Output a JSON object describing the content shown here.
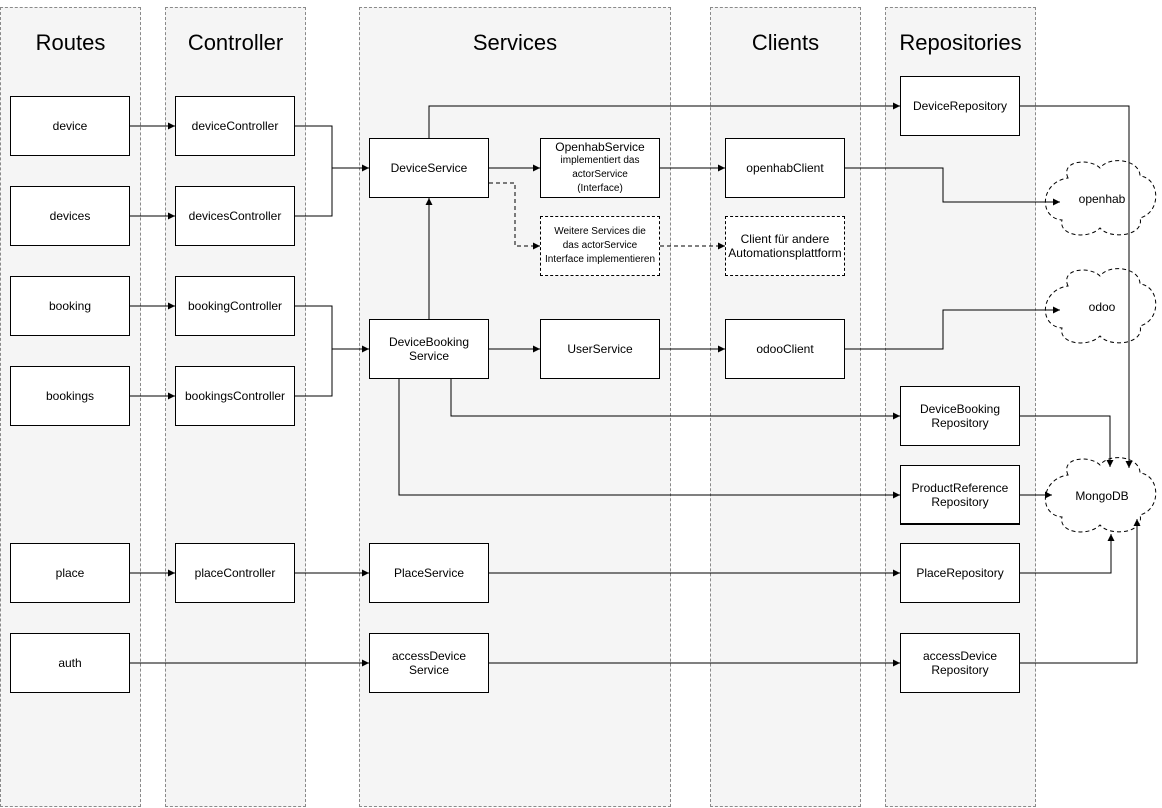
{
  "lanes": {
    "routes": "Routes",
    "controller": "Controller",
    "services": "Services",
    "clients": "Clients",
    "repositories": "Repositories"
  },
  "routes": {
    "device": "device",
    "devices": "devices",
    "booking": "booking",
    "bookings": "bookings",
    "place": "place",
    "auth": "auth"
  },
  "controllers": {
    "device": "deviceController",
    "devices": "devicesController",
    "booking": "bookingController",
    "bookings": "bookingsController",
    "place": "placeController"
  },
  "services": {
    "device": "DeviceService",
    "openhab_title": "OpenhabService",
    "openhab_sub": "implementiert das\nactorService\n(Interface)",
    "weitere": "Weitere Services die\ndas actorService\nInterface implementieren",
    "device_booking": "DeviceBooking\nService",
    "user": "UserService",
    "place": "PlaceService",
    "access_device": "accessDevice\nService"
  },
  "clients": {
    "openhab": "openhabClient",
    "andere": "Client für andere\nAutomationsplattform",
    "odoo": "odooClient"
  },
  "repositories": {
    "device": "DeviceRepository",
    "device_booking": "DeviceBooking\nRepository",
    "product_reference": "ProductReference\nRepository",
    "place": "PlaceRepository",
    "access_device": "accessDevice\nRepository"
  },
  "externals": {
    "openhab": "openhab",
    "odoo": "odoo",
    "mongodb": "MongoDB"
  }
}
